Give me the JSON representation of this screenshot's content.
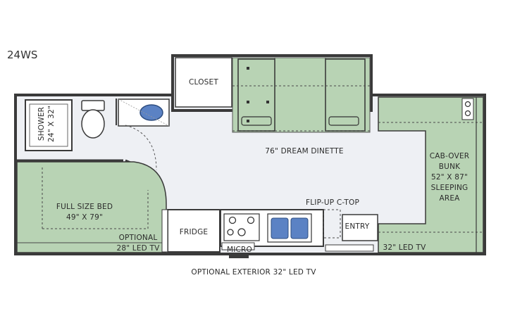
{
  "model": "24WS",
  "labels": {
    "closet": "CLOSET",
    "shower": "SHOWER",
    "shower_size": "24\" X 32\"",
    "dinette": "76\" DREAM DINETTE",
    "cab_over_1": "CAB-OVER",
    "cab_over_2": "BUNK",
    "cab_over_3": "52\" X 87\"",
    "cab_over_4": "SLEEPING",
    "cab_over_5": "AREA",
    "bed_1": "FULL SIZE BED",
    "bed_2": "49\" X 79\"",
    "flip_up": "FLIP-UP C-TOP",
    "fridge": "FRIDGE",
    "entry": "ENTRY",
    "optional_tv_1": "OPTIONAL",
    "optional_tv_2": "28\" LED TV",
    "front_tv": "32\" LED TV",
    "micro": "MICRO",
    "exterior_tv": "OPTIONAL EXTERIOR 32\" LED TV"
  },
  "colors": {
    "wall": "#3a3a3a",
    "floor": "#eef0f4",
    "bed_fill": "#b8d3b4",
    "fixture_fill": "#ffffff",
    "sink_blue": "#5b82c4",
    "dash": "#4a4a4a"
  }
}
